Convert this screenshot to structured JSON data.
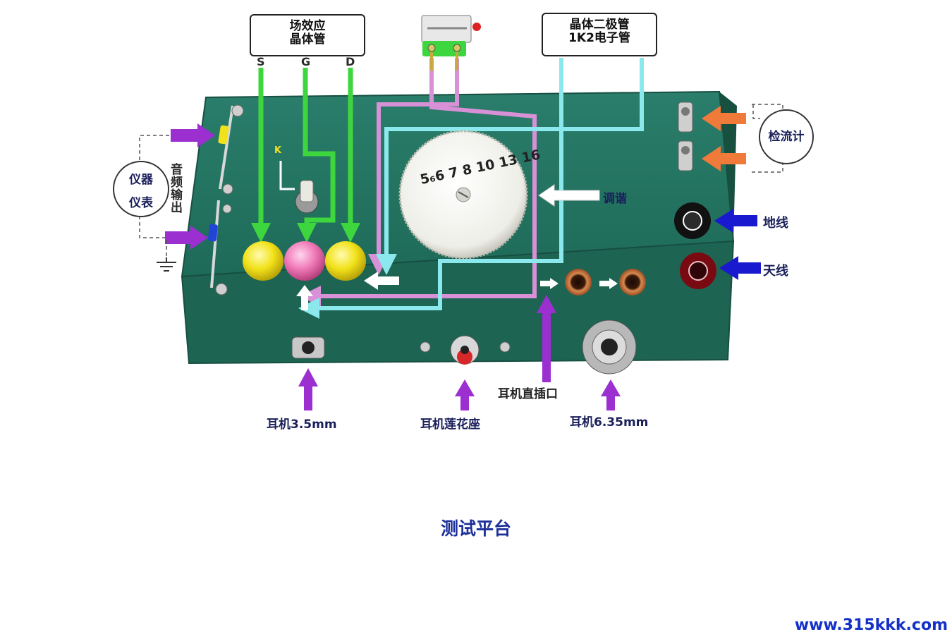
{
  "labels": {
    "fet_line1": "场效应",
    "fet_line2": "晶体管",
    "pin_s": "S",
    "pin_g": "G",
    "pin_d": "D",
    "diode_line1": "晶体二极管",
    "diode_line2": "1K2电子管",
    "switch_k": "K",
    "galvanometer": "检流计",
    "meter_line1": "仪器",
    "meter_line2": "仪表",
    "audio_output": [
      "音",
      "频",
      "输",
      "出"
    ],
    "tuning": "调谐",
    "ground_wire": "地线",
    "antenna": "天线",
    "earphone_direct": "耳机直插口",
    "earphone_35": "耳机3.5mm",
    "earphone_rca": "耳机莲花座",
    "earphone_635": "耳机6.35mm",
    "dial_numbers": "5₆6 7 8 10 13 16"
  },
  "caption": "测试平台",
  "website": "www.315kkk.com",
  "colors": {
    "box_green": "#21705e",
    "box_edge": "#174f42",
    "arrow_green": "#3ed63e",
    "arrow_pink": "#d890d6",
    "arrow_cyan": "#8be8ec",
    "arrow_purple": "#9b2fd0",
    "arrow_blue": "#1919d0",
    "arrow_orange": "#f07a3a",
    "cap_yellow": "#f2e21a",
    "cap_pink": "#f07ab8",
    "caption_blue": "#1c2f9a",
    "website_blue": "#1430c8"
  },
  "icons": [
    "ground-symbol-icon",
    "arrow-icon"
  ]
}
